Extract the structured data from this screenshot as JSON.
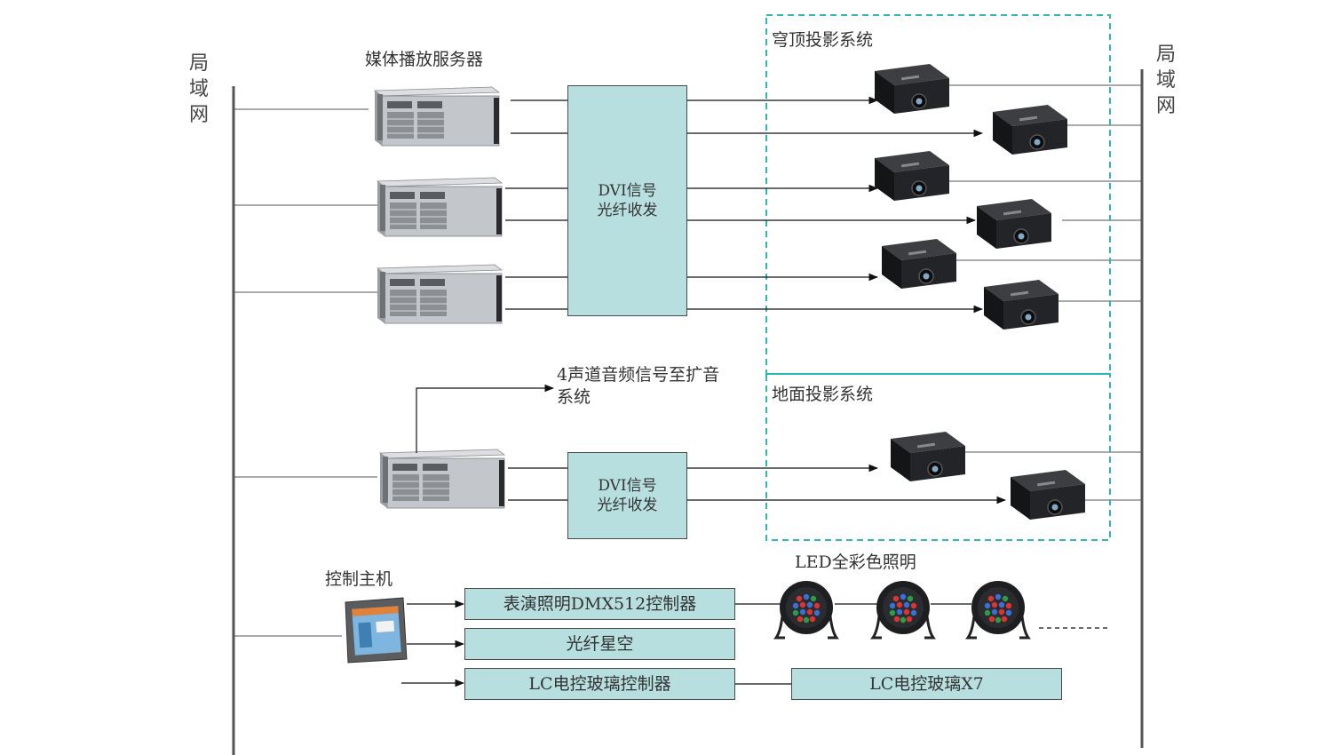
{
  "network_left": {
    "label": "局域网"
  },
  "network_right": {
    "label": "局域网"
  },
  "media_server_label": "媒体播放服务器",
  "dome_system_label": "穹顶投影系统",
  "floor_system_label": "地面投影系统",
  "audio_label": {
    "line1": "4声道音频信号至扩音",
    "line2": "系统"
  },
  "dvi_box_1": {
    "line1": "DVI信号",
    "line2": "光纤收发"
  },
  "dvi_box_2": {
    "line1": "DVI信号",
    "line2": "光纤收发"
  },
  "control_host_label": "控制主机",
  "led_label": "LED全彩色照明",
  "control_boxes": {
    "dmx": "表演照明DMX512控制器",
    "fiber_star": "光纤星空",
    "lc_controller": "LC电控玻璃控制器",
    "lc_glass": "LC电控玻璃X7"
  },
  "colors": {
    "line": "#555555",
    "box_fill": "#b8dfe0",
    "dashed_border": "#2fb8b0",
    "device_dark": "#1a1a1a",
    "server_gray": "#b9bcc0"
  }
}
